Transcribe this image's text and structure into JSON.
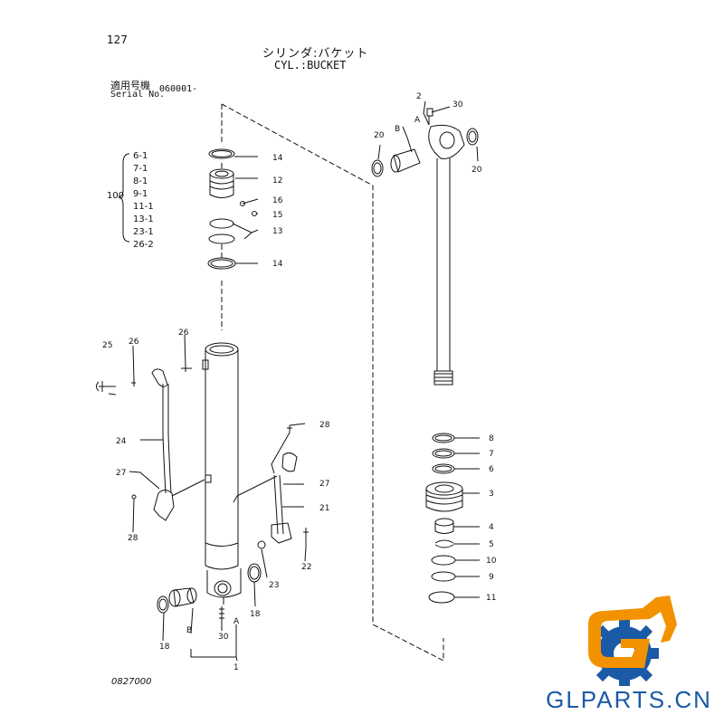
{
  "header": {
    "page_number": "127",
    "title_jp": "シリンダ:バケット",
    "title_en": "CYL.:BUCKET",
    "serial_label_jp": "適用号機",
    "serial_label_en": "Serial No.",
    "serial_value": "060001-"
  },
  "kit": {
    "label": "100",
    "items": [
      "6-1",
      "7-1",
      "8-1",
      "9-1",
      "11-1",
      "13-1",
      "23-1",
      "26-2"
    ]
  },
  "callouts": {
    "c1": "1",
    "c2": "2",
    "c3": "3",
    "c4": "4",
    "c5": "5",
    "c6": "6",
    "c7": "7",
    "c8": "8",
    "c9": "9",
    "c10": "10",
    "c11": "11",
    "c12": "12",
    "c13": "13",
    "c14a": "14",
    "c14b": "14",
    "c15": "15",
    "c16": "16",
    "c18": "18",
    "c18b": "18",
    "c20a": "20",
    "c20b": "20",
    "c21": "21",
    "c22": "22",
    "c23": "23",
    "c24": "24",
    "c25": "25",
    "c26a": "26",
    "c26b": "26",
    "c27a": "27",
    "c27b": "27",
    "c28a": "28",
    "c28b": "28",
    "c30a": "30",
    "c30b": "30",
    "A1": "A",
    "A2": "A",
    "B1": "B",
    "B2": "B"
  },
  "footer": {
    "drawing_code": "0827000"
  },
  "logo": {
    "text": "GLPARTS.CN",
    "colors": {
      "orange": "#f39200",
      "blue": "#1a5aa6"
    }
  }
}
